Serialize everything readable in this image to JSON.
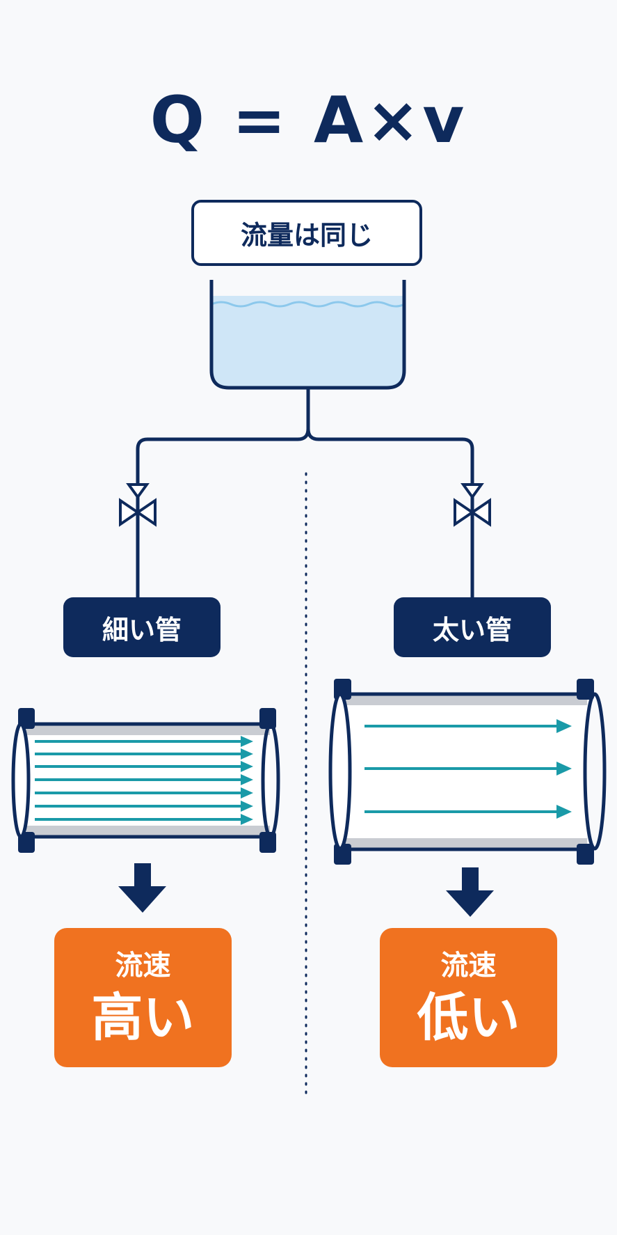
{
  "formula": {
    "text": "Q = A×v"
  },
  "top_label": "流量は同じ",
  "left": {
    "pipe_label": "細い管",
    "result_line1": "流速",
    "result_line2": "高い"
  },
  "right": {
    "pipe_label": "太い管",
    "result_line1": "流速",
    "result_line2": "低い"
  },
  "colors": {
    "navy": "#0e2a5c",
    "water": "#cfe6f7",
    "water_surface": "#8cc8ec",
    "flow_arrow": "#1a9aa8",
    "result_bg": "#f07220"
  }
}
